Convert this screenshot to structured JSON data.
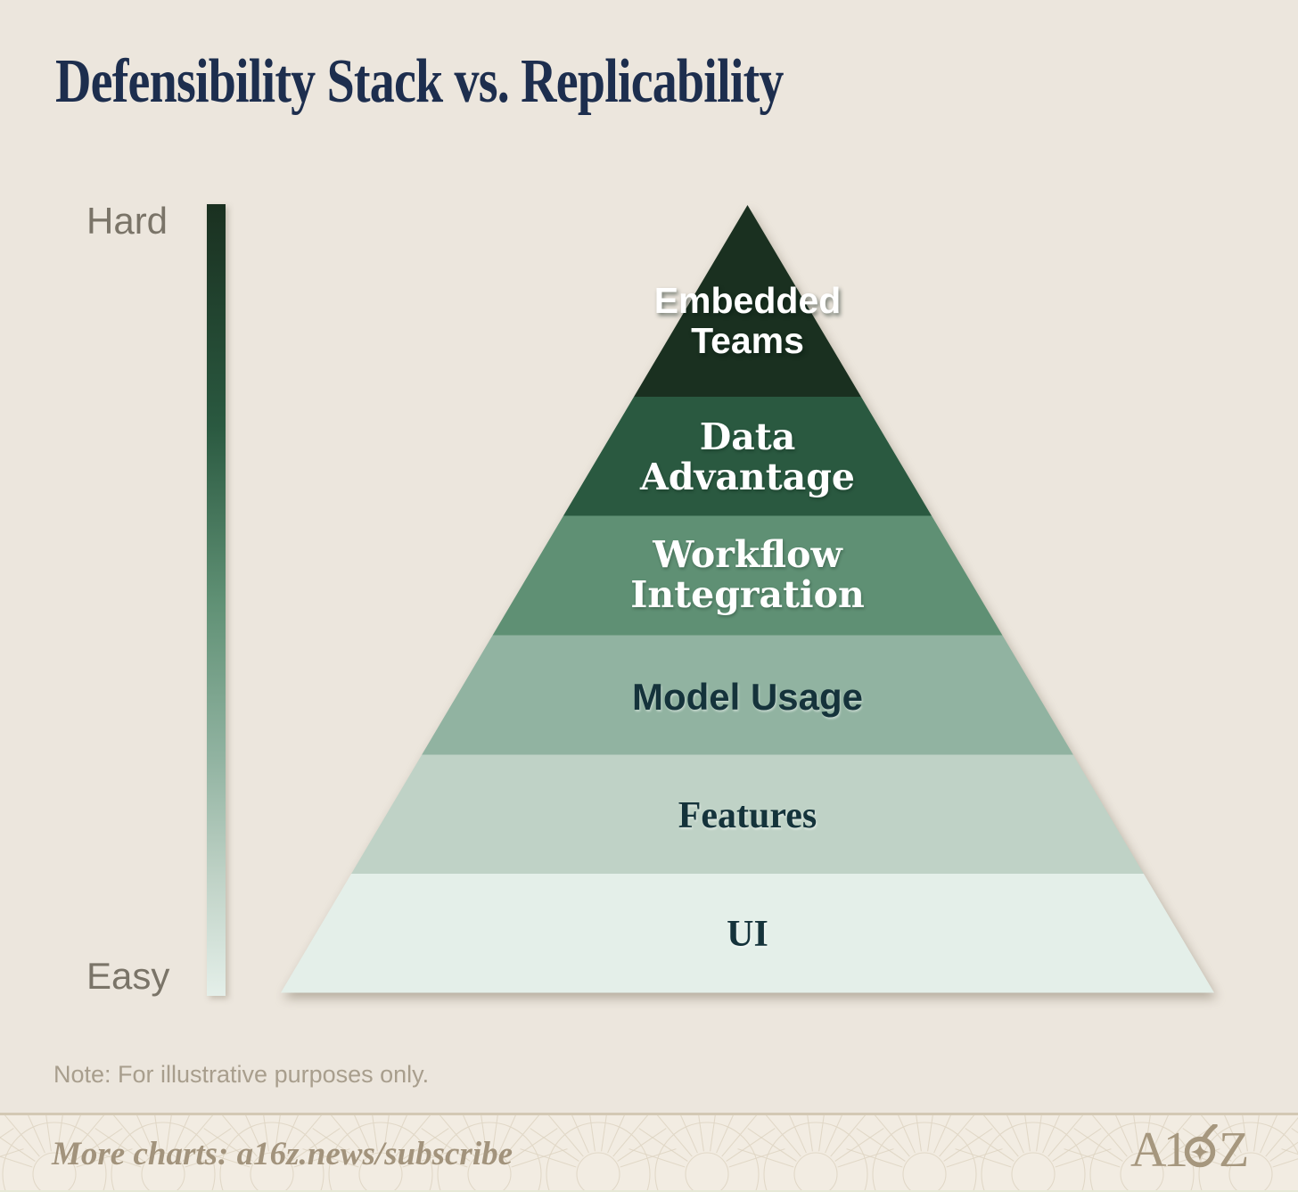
{
  "title": "Defensibility Stack vs. Replicability",
  "note": "Note: For illustrative purposes only.",
  "footer": {
    "more_charts": "More charts: a16z.news/subscribe",
    "logo_text": "A16Z"
  },
  "chart_data": {
    "type": "pyramid",
    "title": "Defensibility Stack vs. Replicability",
    "axis": {
      "top": "Hard",
      "bottom": "Easy"
    },
    "layers": [
      {
        "label": "Embedded Teams",
        "label_display": "Embedded\nTeams",
        "color": "#1a3020",
        "text_color": "#ffffff"
      },
      {
        "label": "Data Advantage",
        "label_display": "Data\nAdvantage",
        "color": "#2a5940",
        "text_color": "#ffffff"
      },
      {
        "label": "Workflow Integration",
        "label_display": "Workflow\nIntegration",
        "color": "#5f9074",
        "text_color": "#ffffff"
      },
      {
        "label": "Model Usage",
        "label_display": "Model Usage",
        "color": "#91b3a1",
        "text_color": "#15333b"
      },
      {
        "label": "Features",
        "label_display": "Features",
        "color": "#bfd2c6",
        "text_color": "#15333b"
      },
      {
        "label": "UI",
        "label_display": "UI",
        "color": "#e4efe9",
        "text_color": "#15333b"
      }
    ]
  },
  "colors": {
    "background": "#ece6dd",
    "footer_background": "#f2ece2",
    "divider": "#d3c8b4",
    "title": "#1d2e4e",
    "axis_labels": "#7a7468",
    "note": "#a89e8d",
    "footer_text": "#a2937c",
    "logo": "#a6977e",
    "pattern_stroke": "#ddd3c1"
  }
}
